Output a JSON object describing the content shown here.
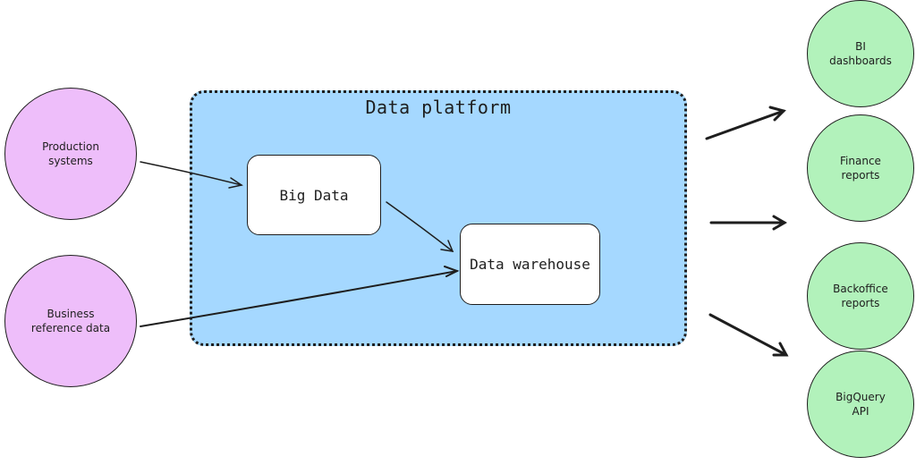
{
  "diagram": {
    "platform": {
      "title": "Data platform"
    },
    "boxes": {
      "big_data": "Big Data",
      "data_warehouse": "Data warehouse"
    },
    "sources": [
      {
        "line1": "Production",
        "line2": "systems"
      },
      {
        "line1": "Business",
        "line2": "reference data"
      }
    ],
    "outputs": [
      {
        "line1": "BI",
        "line2": "dashboards"
      },
      {
        "line1": "Finance",
        "line2": "reports"
      },
      {
        "line1": "Backoffice",
        "line2": "reports"
      },
      {
        "line1": "BigQuery",
        "line2": "API"
      }
    ],
    "colors": {
      "platform_fill": "#a5d8ff",
      "source_fill": "#eebefa",
      "output_fill": "#b2f2bb",
      "stroke": "#1e1e1e"
    }
  }
}
